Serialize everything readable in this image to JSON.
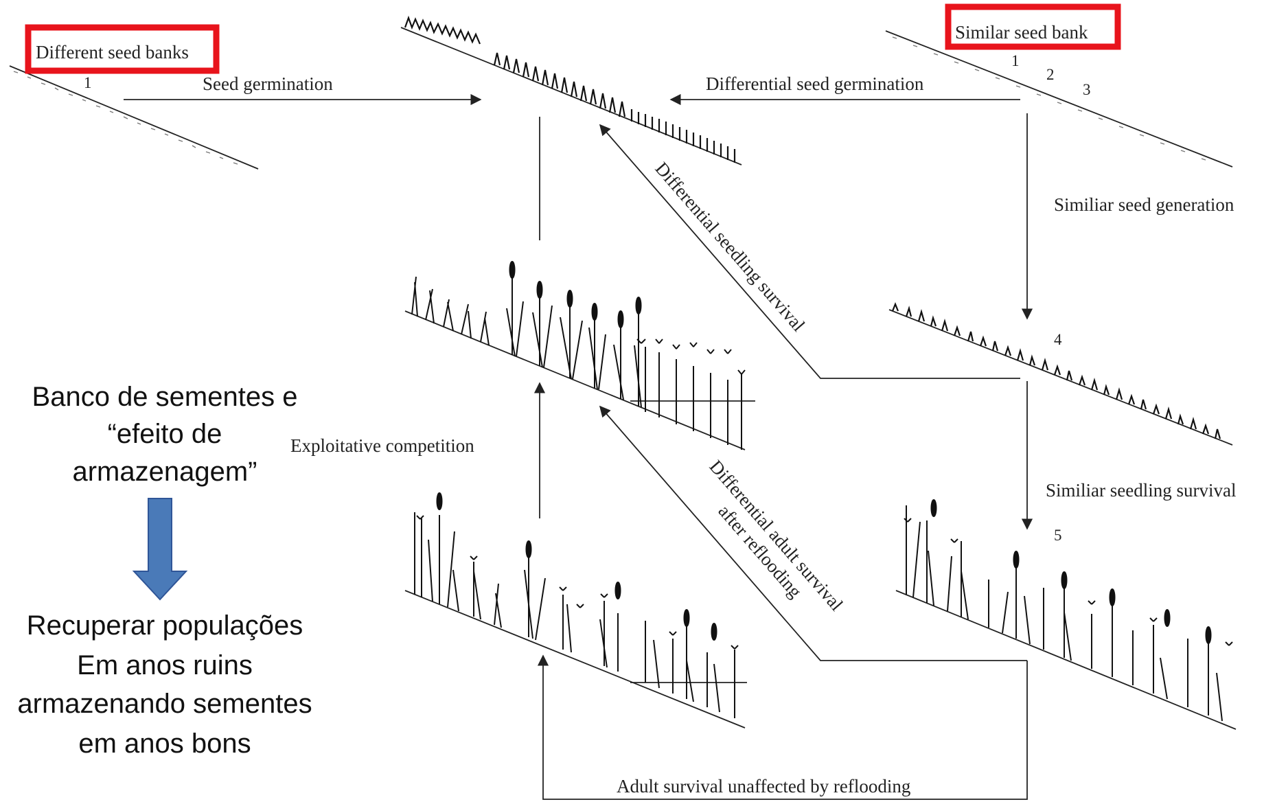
{
  "highlights": {
    "different_seed_banks": "Different seed banks",
    "similar_seed_bank": "Similar seed bank",
    "box_color": "#e8141c"
  },
  "labels": {
    "seed_germination": "Seed germination",
    "differential_seed_germination": "Differential seed germination",
    "similar_seed_generation": "Similiar seed generation",
    "similar_seedling_survival": "Similiar seedling survival",
    "exploitative_competition": "Exploitative competition",
    "differential_seedling_survival": "Differential seedling survival",
    "differential_adult_survival_line1": "Differential adult survival",
    "differential_adult_survival_line2": "after reflooding",
    "adult_survival_unaffected": "Adult survival unaffected by reflooding"
  },
  "numbers": {
    "n1_left": "1",
    "n1_right": "1",
    "n2": "2",
    "n3": "3",
    "n4": "4",
    "n5": "5"
  },
  "side_text": {
    "line1": "Banco de sementes e",
    "line2": "“efeito de",
    "line3": "armazenagem”",
    "line4": "Recuperar populações",
    "line5": "Em anos ruins",
    "line6": "armazenando sementes",
    "line7": "em anos bons",
    "arrow_color": "#4a7ab8",
    "arrow_icon": "down-arrow-icon"
  }
}
